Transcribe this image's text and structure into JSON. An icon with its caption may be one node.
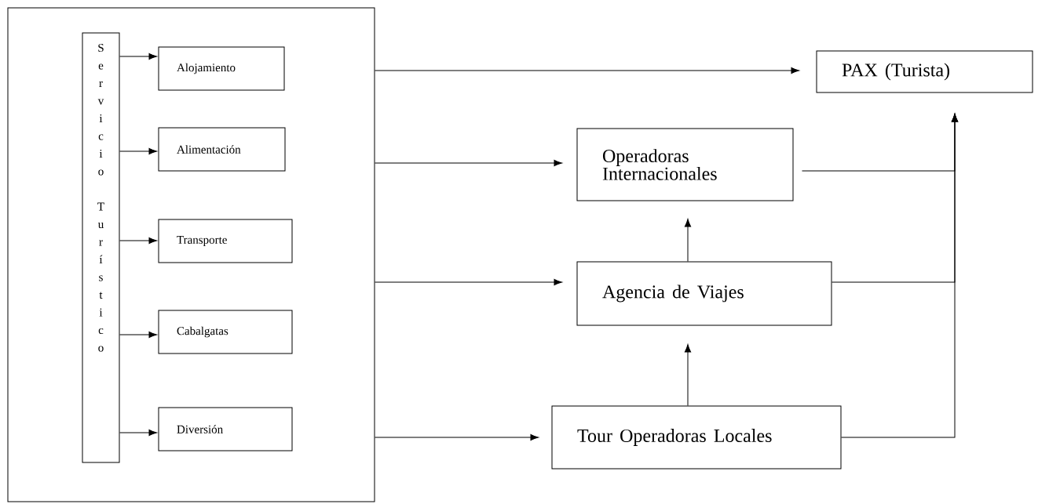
{
  "diagram": {
    "nodes": [
      {
        "text": [],
        "shape": "box"
      },
      {
        "text": [
          "Servicio Turístico"
        ],
        "in": 0
      },
      {
        "text": [
          "Alojamiento"
        ],
        "in": 0
      },
      {
        "text": [
          "Alimentación"
        ],
        "in": 0
      },
      {
        "text": [
          "Transporte"
        ],
        "in": 0
      },
      {
        "text": [
          "Cabalgatas"
        ],
        "in": 0
      },
      {
        "text": [
          "Diversión"
        ],
        "in": 0
      },
      {
        "text": [
          "PAX (Turista)"
        ]
      },
      {
        "text": [
          "Operadoras Internacionales"
        ]
      },
      {
        "text": [
          "Agencia de Viajes"
        ]
      },
      {
        "text": [
          "Tour Operadoras Locales"
        ]
      }
    ],
    "edges": [
      {
        "from": 1,
        "to": 2,
        "arrow": "to"
      },
      {
        "from": 1,
        "to": 3,
        "arrow": "to"
      },
      {
        "from": 1,
        "to": 4,
        "arrow": "to"
      },
      {
        "from": 1,
        "to": 5,
        "arrow": "to"
      },
      {
        "from": 1,
        "to": 6,
        "arrow": "to"
      },
      {
        "from": 0,
        "to": 7,
        "arrow": "to"
      },
      {
        "from": 0,
        "to": 8,
        "arrow": "to"
      },
      {
        "from": 0,
        "to": 9,
        "arrow": "to"
      },
      {
        "from": 0,
        "to": 10,
        "arrow": "to"
      },
      {
        "from": 10,
        "to": 9,
        "arrow": "to"
      },
      {
        "from": 9,
        "to": 8,
        "arrow": "to"
      },
      {
        "from": 8,
        "to": 7,
        "arrow": "to"
      },
      {
        "from": 9,
        "to": 7,
        "arrow": "to"
      },
      {
        "from": 10,
        "to": 7,
        "arrow": "to"
      }
    ]
  }
}
